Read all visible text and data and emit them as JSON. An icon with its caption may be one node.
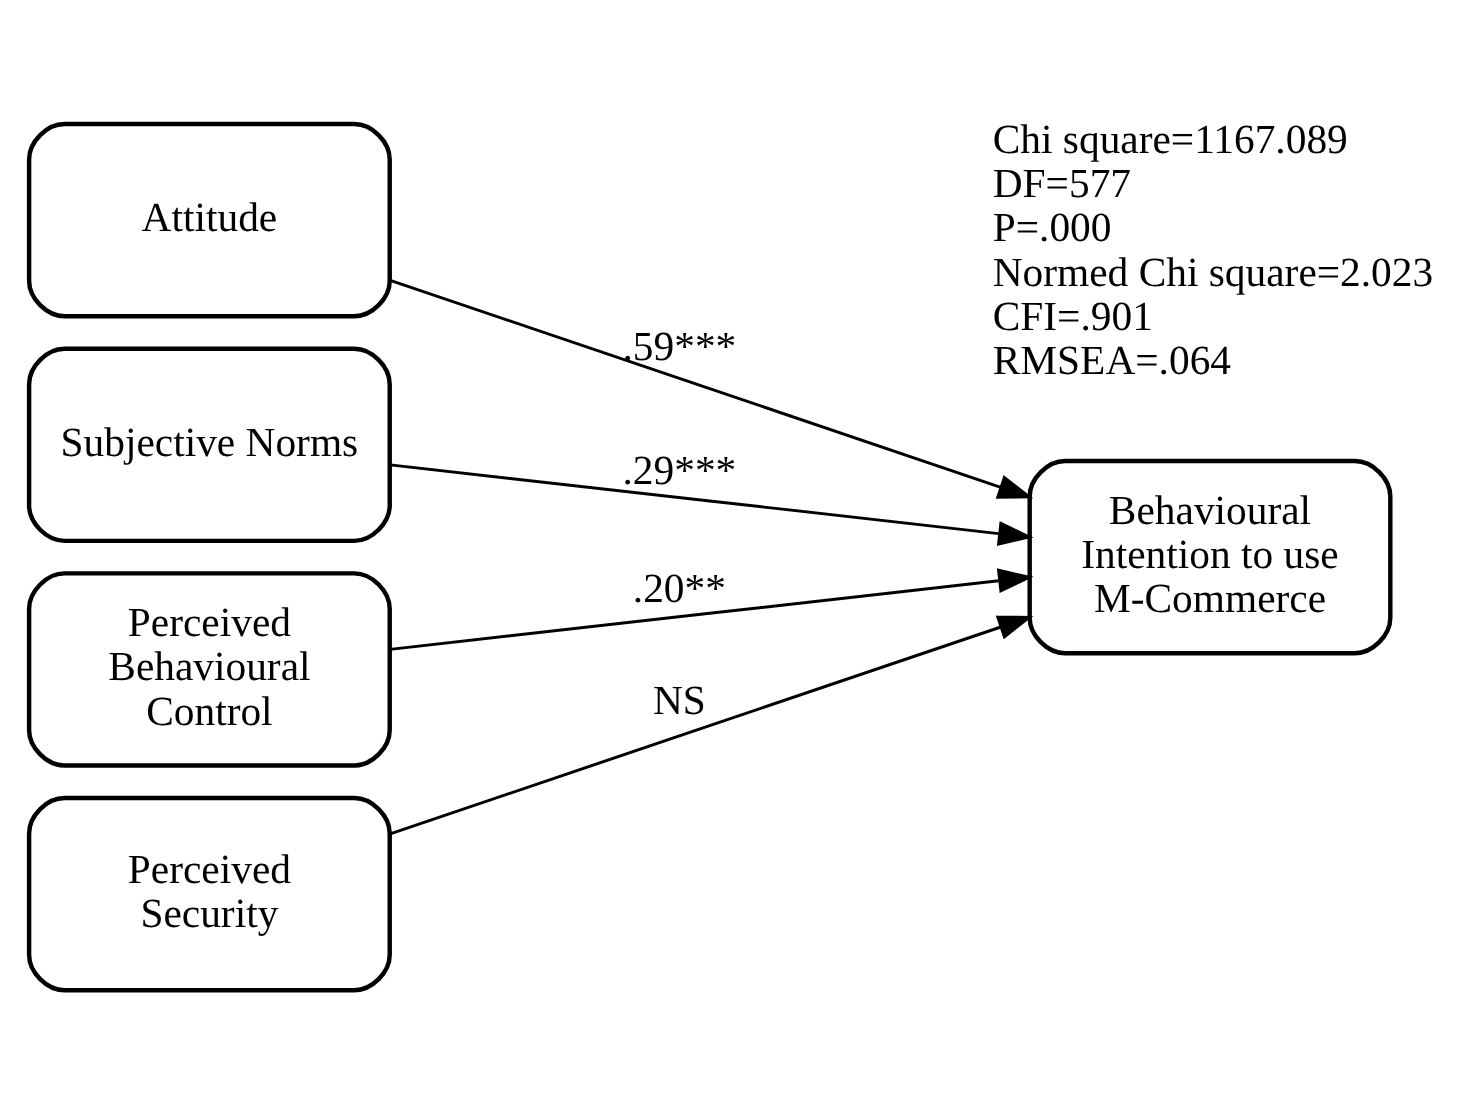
{
  "diagram": {
    "nodes": [
      {
        "text": [
          "Attitude"
        ]
      },
      {
        "text": [
          "Subjective Norms"
        ]
      },
      {
        "text": [
          "Perceived Behavioural Control"
        ]
      },
      {
        "text": [
          "Perceived Security"
        ]
      },
      {
        "text": [
          "Behavioural Intention to use M-Commerce"
        ]
      }
    ],
    "edges": [
      {
        "from": 0,
        "to": 4,
        "arrow": "to",
        "label": ".59***"
      },
      {
        "from": 1,
        "to": 4,
        "arrow": "to",
        "label": ".29***"
      },
      {
        "from": 2,
        "to": 4,
        "arrow": "to",
        "label": ".20**"
      },
      {
        "from": 3,
        "to": 4,
        "arrow": "to",
        "label": "NS"
      }
    ],
    "labels": [
      "Chi square=1167.089",
      "DF=577",
      "P=.000",
      "Normed Chi square=2.023",
      "CFI=.901",
      "RMSEA=.064"
    ]
  }
}
